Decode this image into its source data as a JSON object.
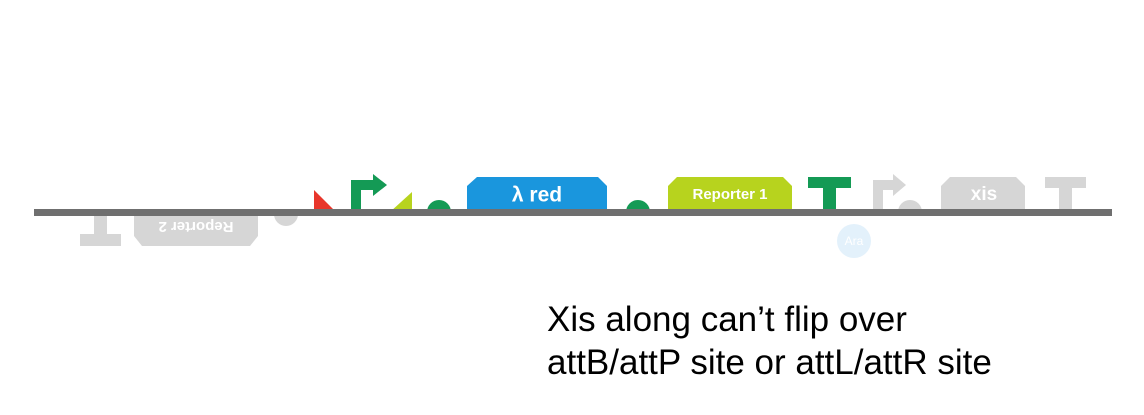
{
  "diagram": {
    "parts": {
      "lambda_red_label": "λ red",
      "reporter1_label": "Reporter 1",
      "xis_label": "xis",
      "reporter2_label": "Reporter 2",
      "ara_label": "Ara"
    },
    "colors": {
      "backbone": "#6f6f6f",
      "blue": "#1a96dd",
      "lime": "#b7d31e",
      "green": "#149a55",
      "red": "#e8362b",
      "faded_gray": "#d6d6d6",
      "faded_blue": "#e3f1fb"
    }
  },
  "caption": {
    "line1": "Xis along can’t flip over",
    "line2": "attB/attP site or attL/attR site"
  }
}
